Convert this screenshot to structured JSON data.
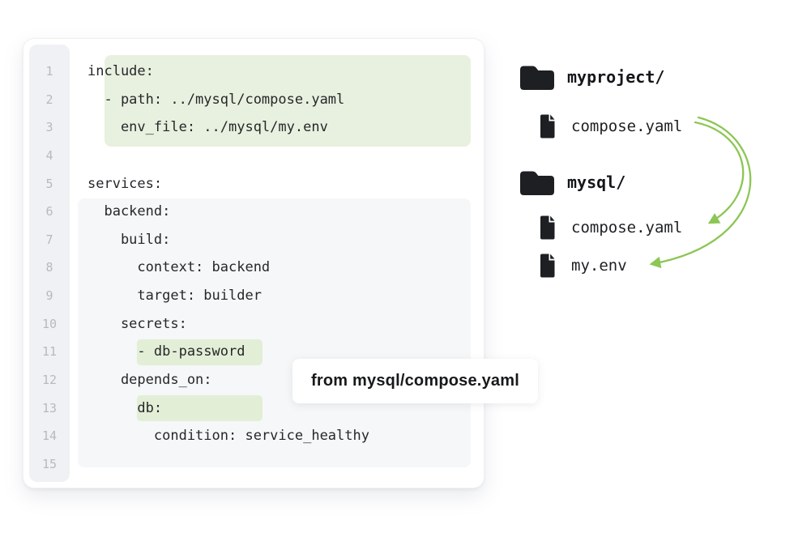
{
  "editor": {
    "lines": [
      {
        "n": "1",
        "text": "include:",
        "hl": "block"
      },
      {
        "n": "2",
        "text": "  - path: ../mysql/compose.yaml",
        "hl": "block"
      },
      {
        "n": "3",
        "text": "    env_file: ../mysql/my.env",
        "hl": "block"
      },
      {
        "n": "4",
        "text": "",
        "hl": ""
      },
      {
        "n": "5",
        "text": "services:",
        "hl": ""
      },
      {
        "n": "6",
        "text": "  backend:",
        "hl": ""
      },
      {
        "n": "7",
        "text": "    build:",
        "hl": ""
      },
      {
        "n": "8",
        "text": "      context: backend",
        "hl": ""
      },
      {
        "n": "9",
        "text": "      target: builder",
        "hl": ""
      },
      {
        "n": "10",
        "text": "    secrets:",
        "hl": ""
      },
      {
        "n": "11",
        "text": "      - db-password",
        "hl": "line"
      },
      {
        "n": "12",
        "text": "    depends_on:",
        "hl": ""
      },
      {
        "n": "13",
        "text": "      db:",
        "hl": "line"
      },
      {
        "n": "14",
        "text": "        condition: service_healthy",
        "hl": ""
      },
      {
        "n": "15",
        "text": "",
        "hl": ""
      }
    ]
  },
  "annotation": {
    "label": "from mysql/compose.yaml"
  },
  "file_tree": {
    "items": [
      {
        "type": "folder",
        "name": "myproject/"
      },
      {
        "type": "file",
        "name": "compose.yaml"
      },
      {
        "type": "folder",
        "name": "mysql/"
      },
      {
        "type": "file",
        "name": "compose.yaml"
      },
      {
        "type": "file",
        "name": "my.env"
      }
    ]
  },
  "colors": {
    "highlight_block_green": "#e8f1df",
    "highlight_line_green": "#e3eed6",
    "services_block_gray": "#f5f7f8",
    "arrow_green": "#8cc655",
    "icon_black": "#1d1f22"
  }
}
